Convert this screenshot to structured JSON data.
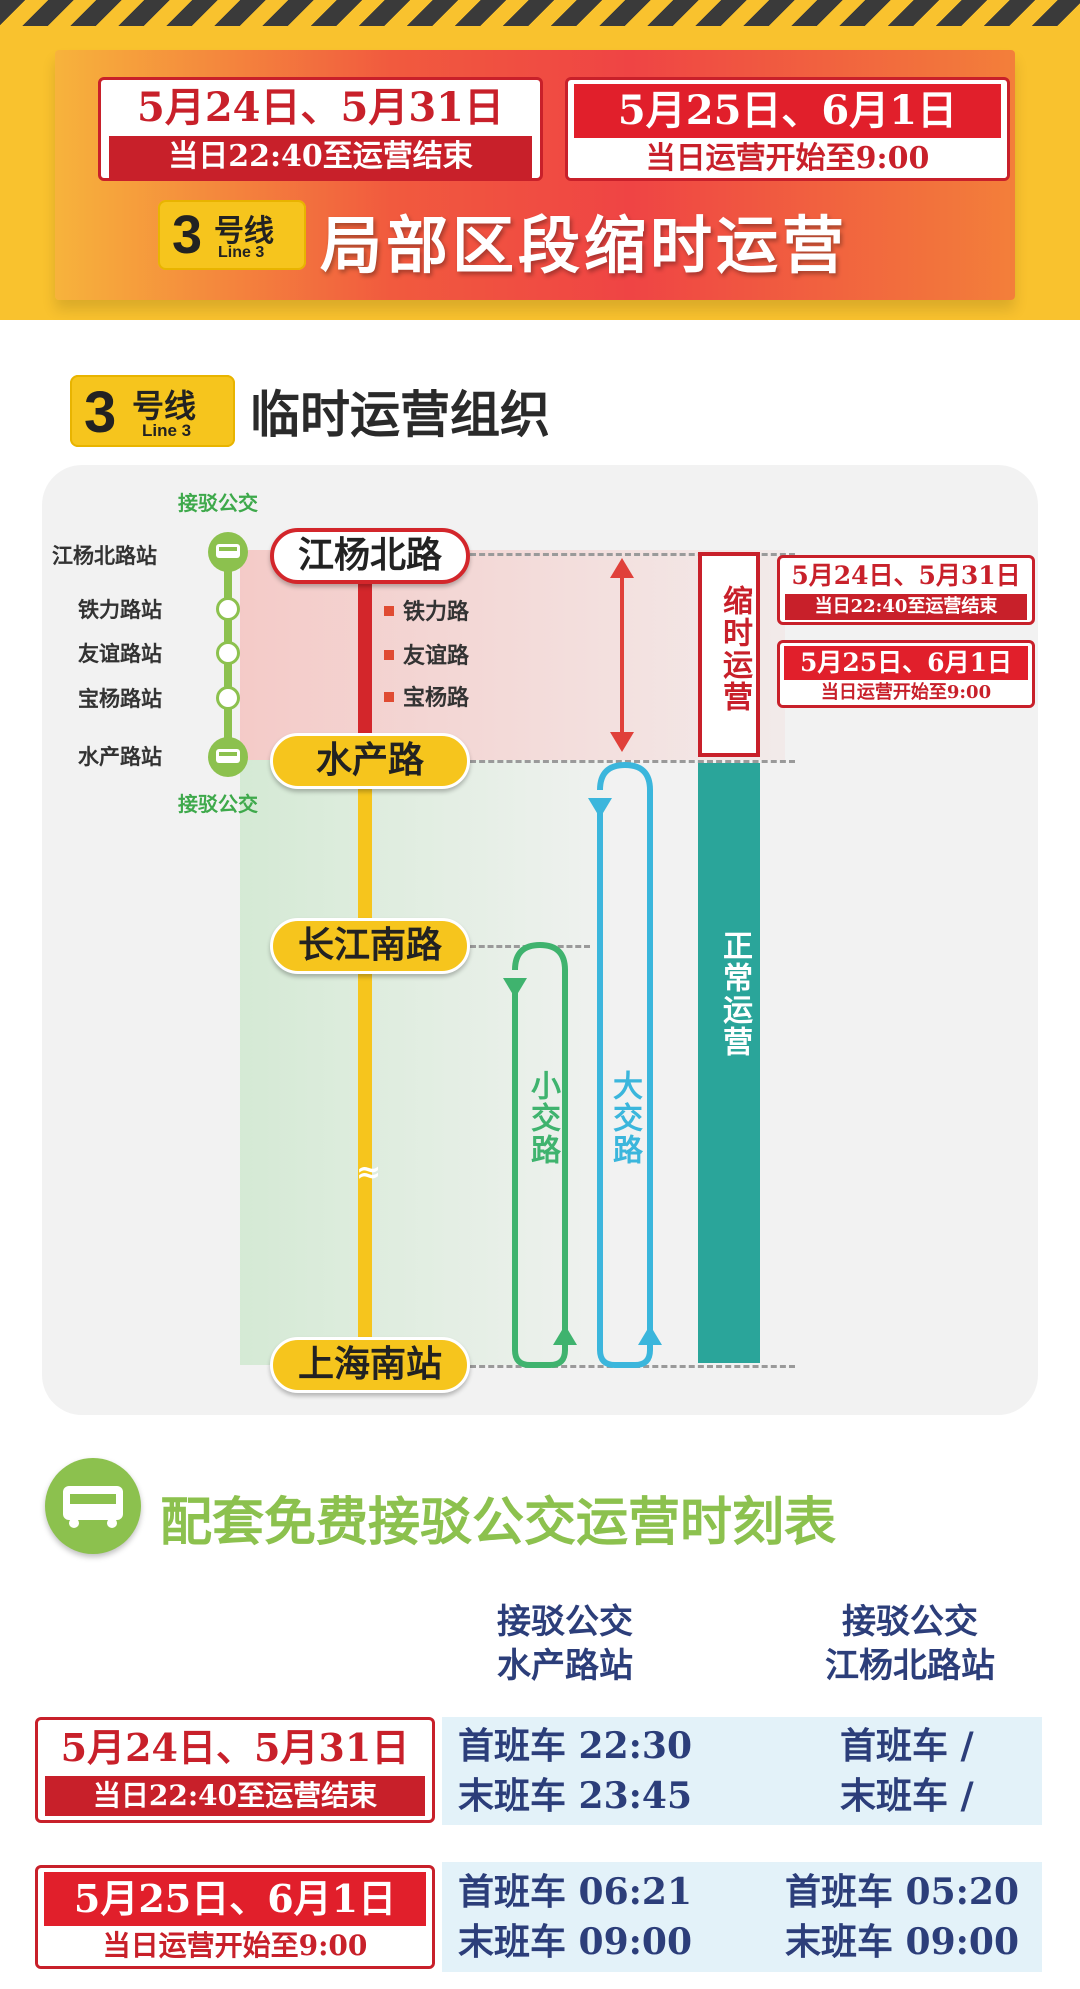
{
  "header": {
    "box1": {
      "dates": "5月24日、5月31日",
      "time": "当日22:40至运营结束"
    },
    "box2": {
      "dates": "5月25日、6月1日",
      "time": "当日运营开始至9:00"
    },
    "line_badge": {
      "num": "3",
      "zh": "号线",
      "en": "Line 3"
    },
    "title": "局部区段缩时运营"
  },
  "section_org": {
    "badge": {
      "num": "3",
      "zh": "号线",
      "en": "Line 3"
    },
    "title": "临时运营组织",
    "transfer_bus_label": "接驳公交",
    "left_stations": [
      "江杨北路站",
      "铁力路站",
      "友谊路站",
      "宝杨路站",
      "水产路站"
    ],
    "main_stations": {
      "a": "江杨北路",
      "b": "水产路",
      "c": "长江南路",
      "d": "上海南站"
    },
    "mini_stations": [
      "铁力路",
      "友谊路",
      "宝杨路"
    ],
    "reduced_label": "缩时运营",
    "normal_label": "正常运营",
    "small_loop": "小交路",
    "big_loop": "大交路",
    "tilde": "≈",
    "note1": {
      "dates": "5月24日、5月31日",
      "time": "当日22:40至运营结束"
    },
    "note2": {
      "dates": "5月25日、6月1日",
      "time": "当日运营开始至9:00"
    },
    "colors": {
      "red": "#d3262b",
      "yellow": "#f6c51d",
      "green": "#8cc14e",
      "teal": "#2aa59a",
      "cyan": "#3bb6dc",
      "loop_green": "#3fb36e"
    }
  },
  "timetable": {
    "title": "配套免费接驳公交运营时刻表",
    "col1": {
      "line1": "接驳公交",
      "line2": "水产路站"
    },
    "col2": {
      "line1": "接驳公交",
      "line2": "江杨北路站"
    },
    "rows": [
      {
        "dates": "5月24日、5月31日",
        "time": "当日22:40至运营结束",
        "c1a": "首班车 22:30",
        "c1b": "末班车 23:45",
        "c2a": "首班车 /",
        "c2b": "末班车 /"
      },
      {
        "dates": "5月25日、6月1日",
        "time": "当日运营开始至9:00",
        "c1a": "首班车 06:21",
        "c1b": "末班车 09:00",
        "c2a": "首班车 05:20",
        "c2b": "末班车 09:00"
      }
    ]
  }
}
